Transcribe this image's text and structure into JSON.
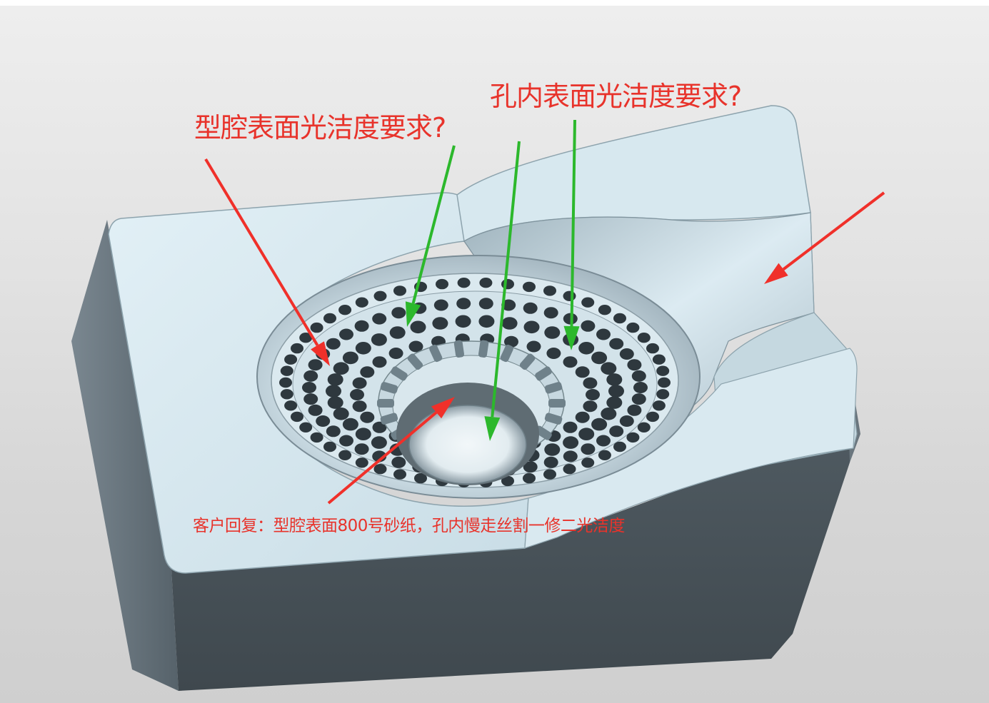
{
  "annotations": {
    "cavity_question": "型腔表面光洁度要求?",
    "hole_question": "孔内表面光洁度要求?",
    "customer_reply": "客户回复：型腔表面800号砂纸，孔内慢走丝割一修二光洁度"
  },
  "colors": {
    "question_text": "#e8332b",
    "cavity_arrow": "#f0302a",
    "hole_arrow": "#2cb82c",
    "part_top_face": "#d6e8ef",
    "part_side_face": "#5c6870",
    "background": "#dcdcdc"
  }
}
